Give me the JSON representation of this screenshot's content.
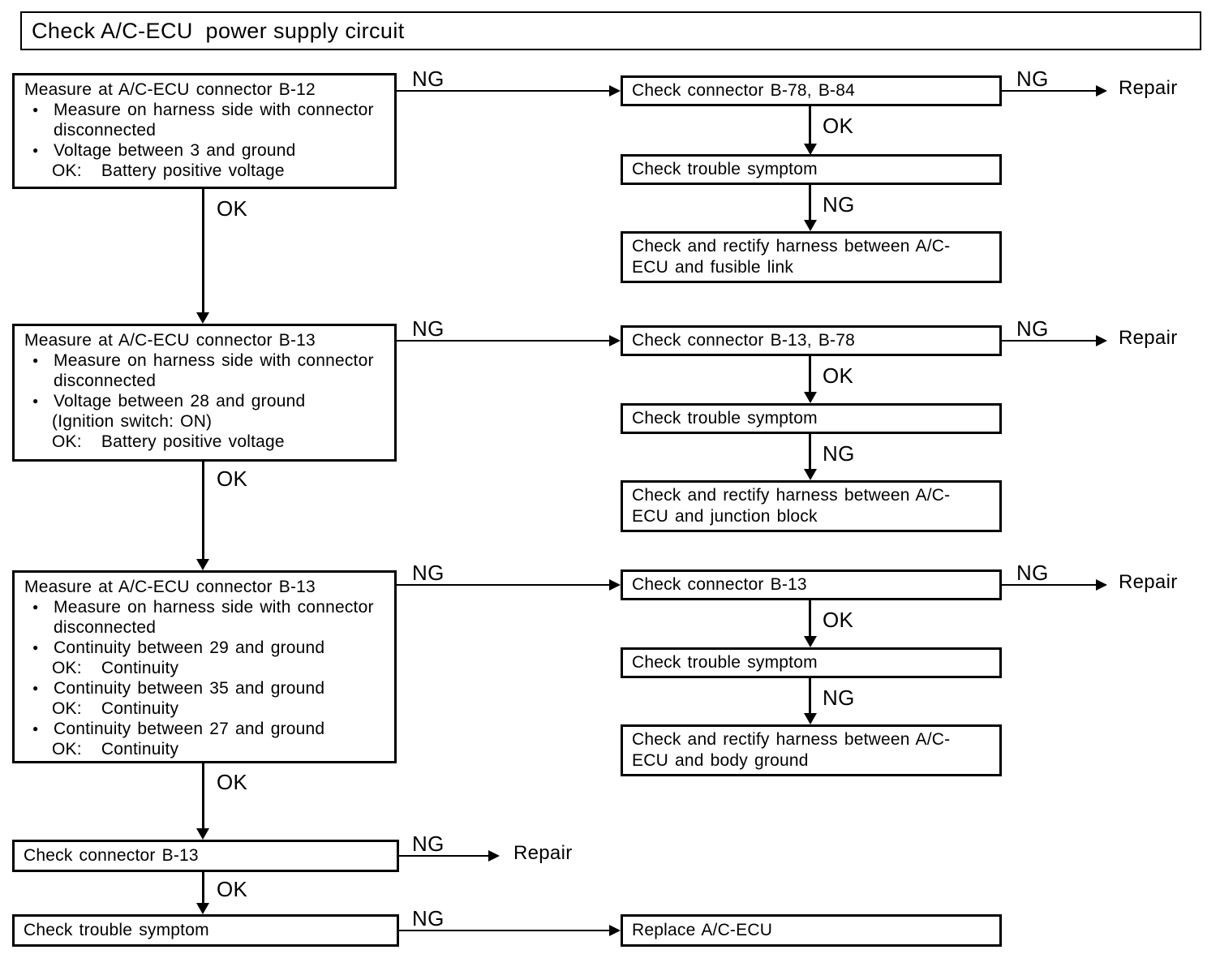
{
  "title": "Check A/C-ECU  power supply circuit",
  "labels": {
    "ng": "NG",
    "ok": "OK",
    "repair": "Repair"
  },
  "icons": {
    "bullet": "●"
  },
  "steps": {
    "m1": {
      "title": "Measure at A/C-ECU connector B-12",
      "b1": "Measure on harness side with connector disconnected",
      "b2": "Voltage between 3 and ground",
      "b2s1": "OK:   Battery positive voltage"
    },
    "m2": {
      "title": "Measure at A/C-ECU connector B-13",
      "b1": "Measure on harness side with connector disconnected",
      "b2": "Voltage between 28 and ground",
      "b2s1": "(Ignition switch: ON)",
      "b2s2": "OK:   Battery positive voltage"
    },
    "m3": {
      "title": "Measure at A/C-ECU connector B-13",
      "b1": "Measure on harness side with connector disconnected",
      "b2": "Continuity between 29 and ground",
      "b2s1": "OK:   Continuity",
      "b3": "Continuity between 35 and ground",
      "b3s1": "OK:   Continuity",
      "b4": "Continuity between 27 and ground",
      "b4s1": "OK:   Continuity"
    },
    "c1": "Check connector B-78, B-84",
    "c2": "Check connector B-13, B-78",
    "c3": "Check connector B-13",
    "c4": "Check connector B-13",
    "t1": "Check trouble symptom",
    "t2": "Check trouble symptom",
    "t3": "Check trouble symptom",
    "t4": "Check trouble symptom",
    "r1": "Check and rectify harness between A/C-ECU and fusible link",
    "r2": "Check and rectify harness between A/C-ECU and junction block",
    "r3": "Check and rectify harness between A/C-ECU and body ground",
    "replace": "Replace A/C-ECU"
  }
}
